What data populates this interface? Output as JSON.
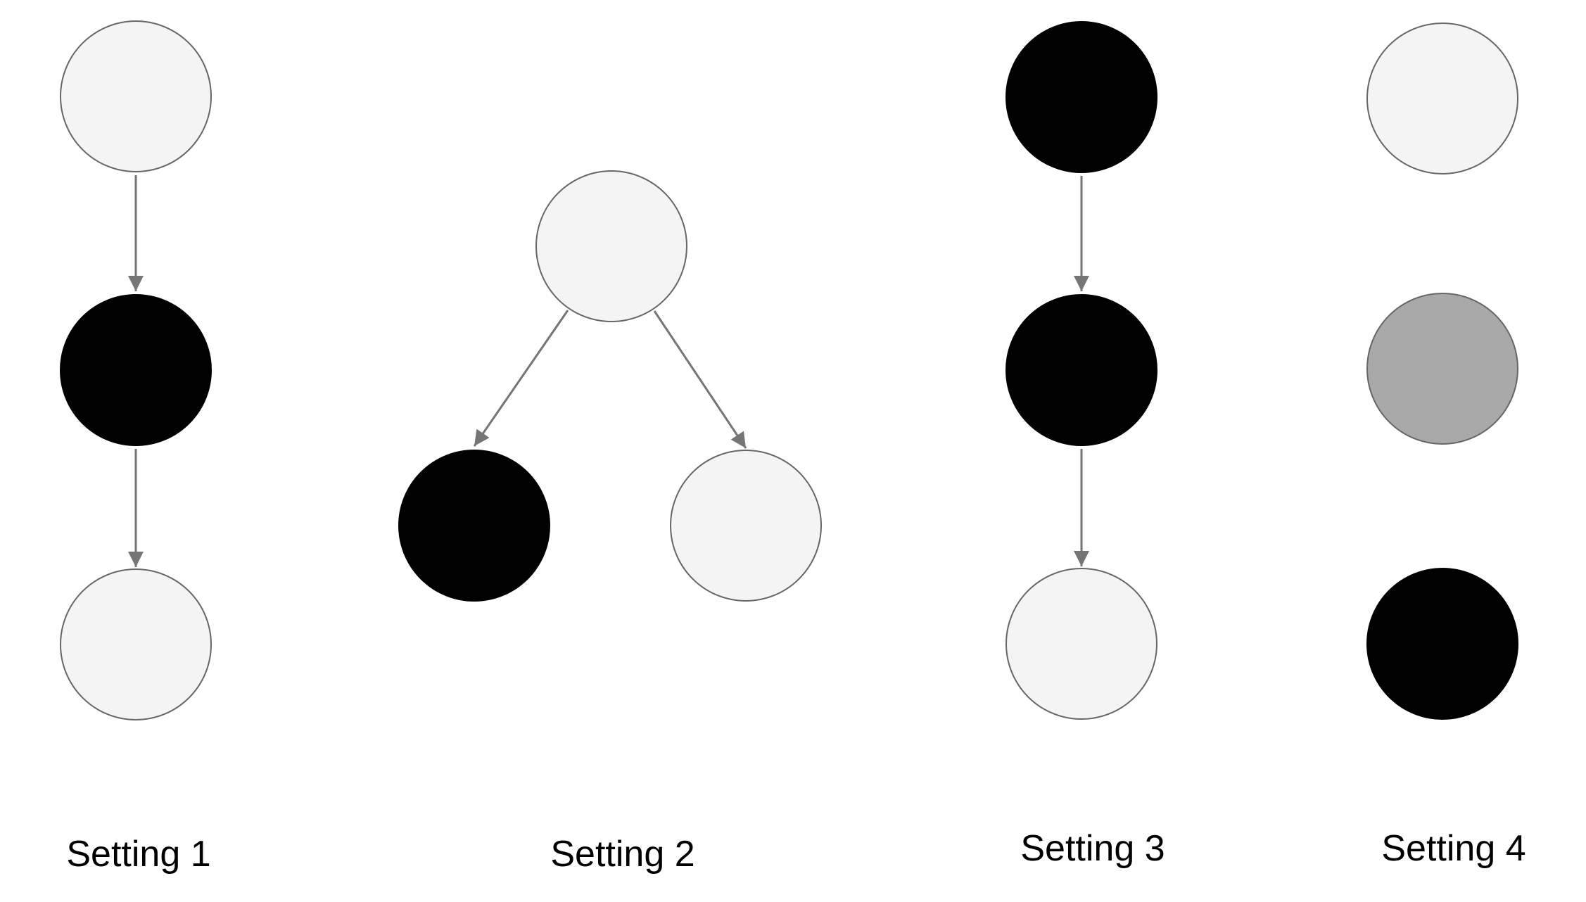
{
  "page": {
    "background": "#ffffff",
    "description": "Four causal-graph settings drawn as circles (nodes) connected by gray arrows, each labeled underneath"
  },
  "colors": {
    "background": "#ffffff",
    "node_light": "#f4f4f4",
    "node_gray": "#a9a9a9",
    "node_black": "#000000",
    "node_stroke": "#666666",
    "arrow": "#757575",
    "label_text": "#000000"
  },
  "settings": [
    {
      "id": "setting-1",
      "label": "Setting 1",
      "layout": "vertical-chain",
      "nodes": [
        {
          "id": "top",
          "fill": "light"
        },
        {
          "id": "middle",
          "fill": "black"
        },
        {
          "id": "bottom",
          "fill": "light"
        }
      ],
      "edges": [
        {
          "from": "top",
          "to": "middle"
        },
        {
          "from": "middle",
          "to": "bottom"
        }
      ]
    },
    {
      "id": "setting-2",
      "label": "Setting 2",
      "layout": "fork",
      "nodes": [
        {
          "id": "root",
          "fill": "light"
        },
        {
          "id": "left-child",
          "fill": "black"
        },
        {
          "id": "right-child",
          "fill": "light"
        }
      ],
      "edges": [
        {
          "from": "root",
          "to": "left-child"
        },
        {
          "from": "root",
          "to": "right-child"
        }
      ]
    },
    {
      "id": "setting-3",
      "label": "Setting 3",
      "layout": "vertical-chain",
      "nodes": [
        {
          "id": "top",
          "fill": "black"
        },
        {
          "id": "middle",
          "fill": "black"
        },
        {
          "id": "bottom",
          "fill": "light"
        }
      ],
      "edges": [
        {
          "from": "top",
          "to": "middle"
        },
        {
          "from": "middle",
          "to": "bottom"
        }
      ]
    },
    {
      "id": "setting-4",
      "label": "Setting 4",
      "layout": "vertical-column-no-edges",
      "nodes": [
        {
          "id": "top",
          "fill": "light"
        },
        {
          "id": "middle",
          "fill": "gray"
        },
        {
          "id": "bottom",
          "fill": "black"
        }
      ],
      "edges": []
    }
  ]
}
